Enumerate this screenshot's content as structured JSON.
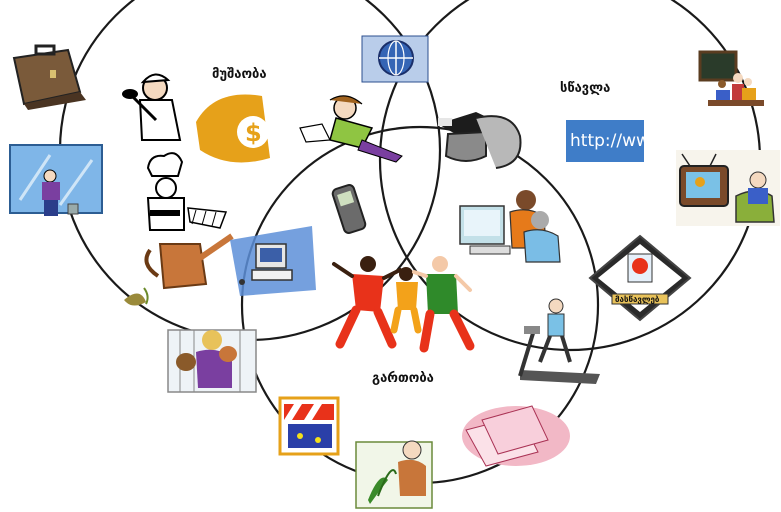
{
  "diagram": {
    "circles": [
      {
        "key": "work",
        "label": "მუშაობა"
      },
      {
        "key": "study",
        "label": "სწავლა"
      },
      {
        "key": "fun",
        "label": "გართობა"
      }
    ],
    "images": [
      {
        "name": "briefcase-icon"
      },
      {
        "name": "plumber-icon"
      },
      {
        "name": "dollar-coin-icon"
      },
      {
        "name": "running-woman-icon"
      },
      {
        "name": "window-washer-icon"
      },
      {
        "name": "chef-icon"
      },
      {
        "name": "watering-can-icon"
      },
      {
        "name": "globe-network-icon"
      },
      {
        "name": "mobile-phone-icon"
      },
      {
        "name": "computer-monitor-icon"
      },
      {
        "name": "graduation-cap-mouse-icon"
      },
      {
        "name": "http-banner-icon"
      },
      {
        "name": "classroom-icon"
      },
      {
        "name": "tv-viewer-icon"
      },
      {
        "name": "school-sign-icon"
      },
      {
        "name": "computer-users-icon"
      },
      {
        "name": "dancing-people-icon"
      },
      {
        "name": "pet-shelter-icon"
      },
      {
        "name": "treadmill-icon"
      },
      {
        "name": "film-clapper-icon"
      },
      {
        "name": "tickets-icon"
      },
      {
        "name": "gardener-icon"
      }
    ],
    "school_sign_text": "მასწავლებ"
  },
  "colors": {
    "circle_stroke": "#1a1a1a",
    "dollar": "#e6a11a",
    "http_bg": "#3f7dc8",
    "pink": "#f2b8c6",
    "dance_red": "#e8321a",
    "dance_orange": "#f3a21a",
    "dance_green": "#2f8a2a"
  }
}
